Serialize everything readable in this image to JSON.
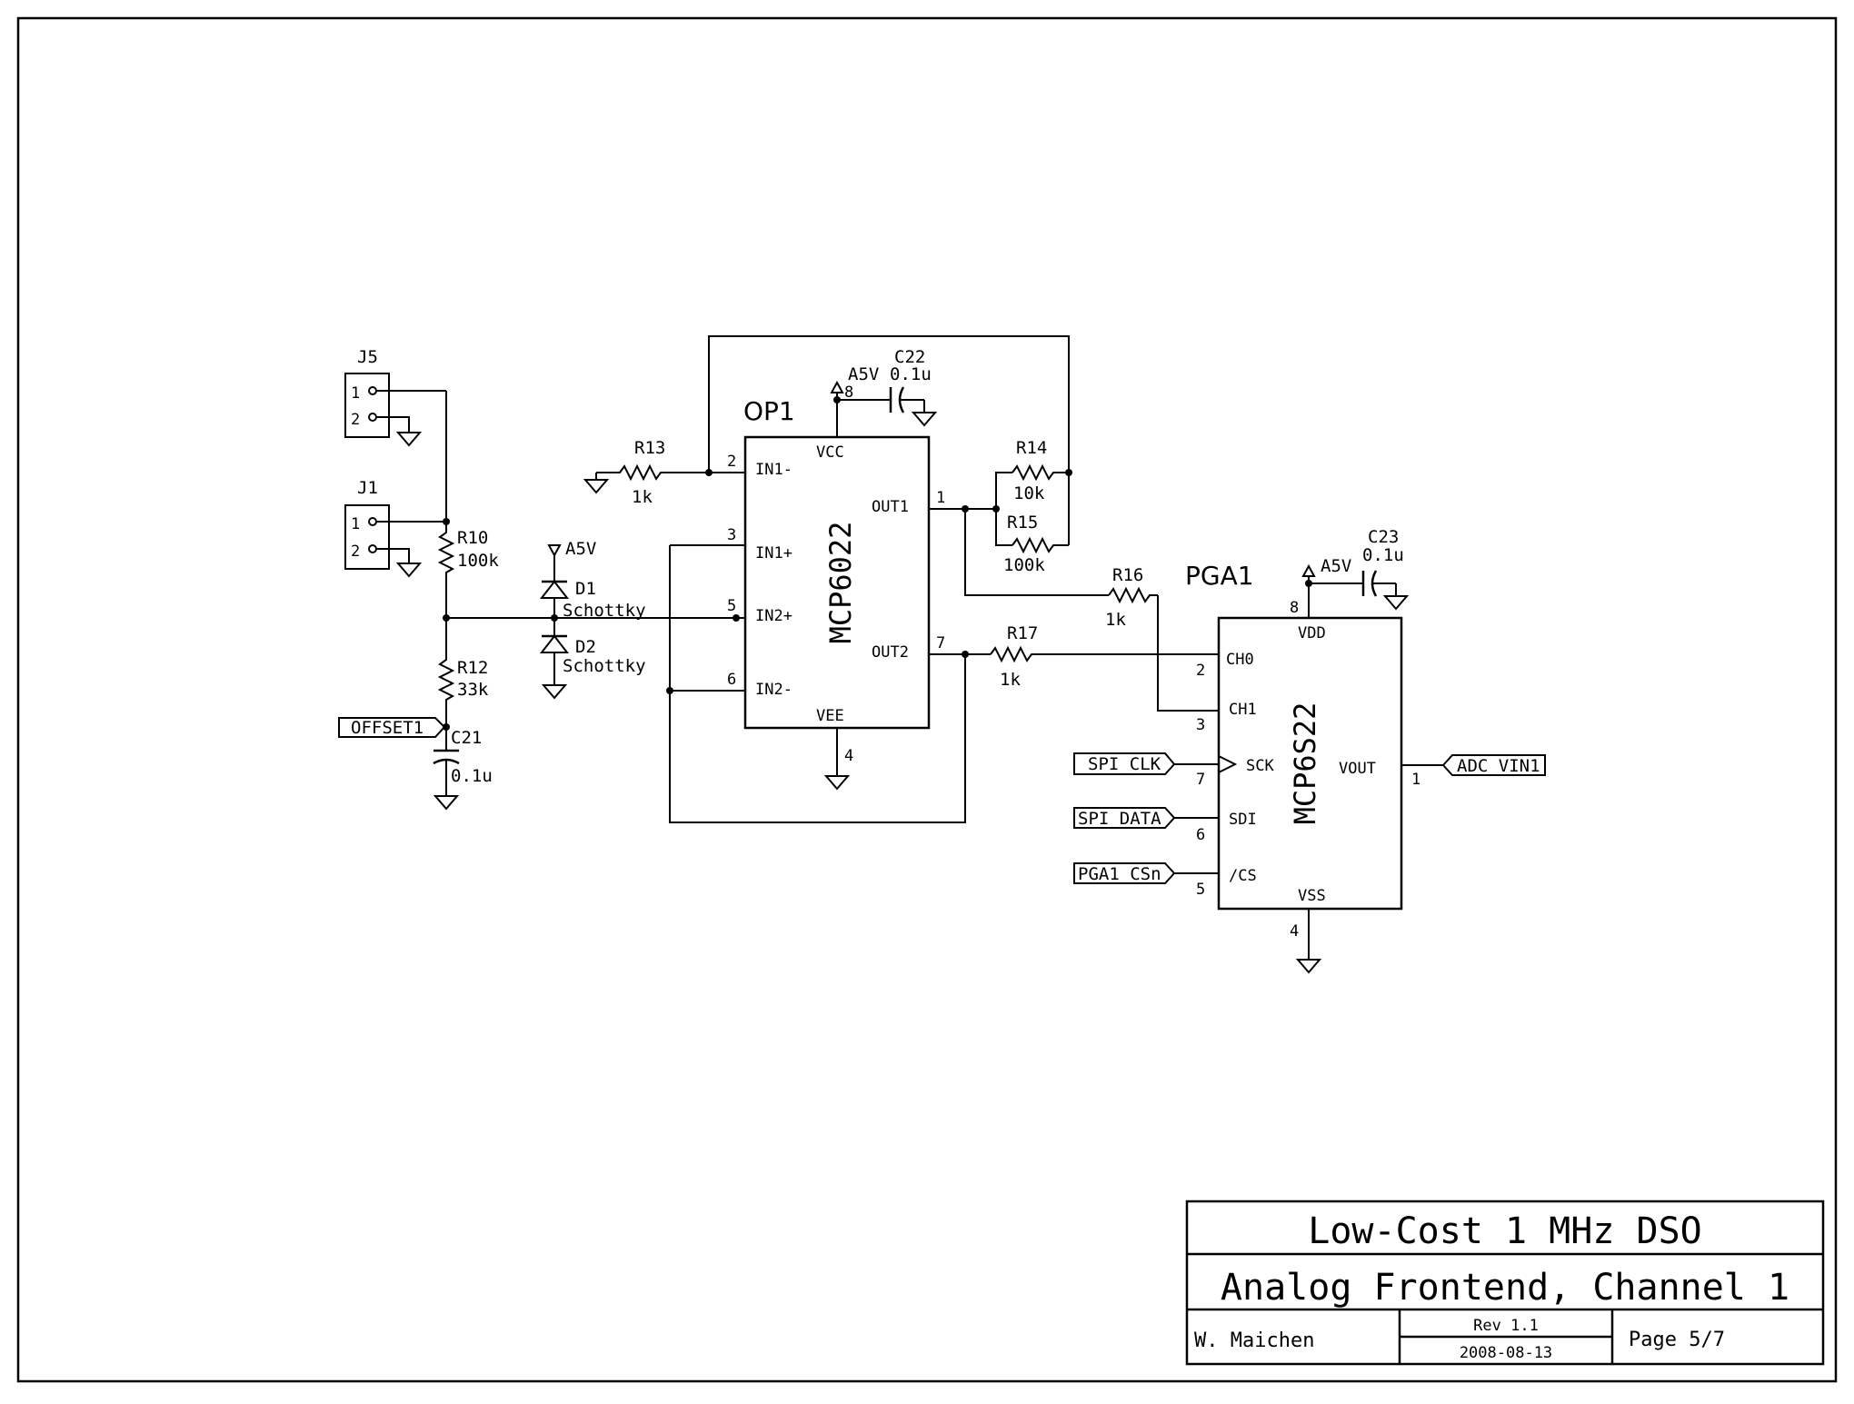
{
  "components": {
    "j5": {
      "ref": "J5",
      "pin1": "1",
      "pin2": "2"
    },
    "j1": {
      "ref": "J1",
      "pin1": "1",
      "pin2": "2"
    },
    "r10": {
      "ref": "R10",
      "value": "100k"
    },
    "r12": {
      "ref": "R12",
      "value": "33k"
    },
    "c21": {
      "ref": "C21",
      "value": "0.1u"
    },
    "d1": {
      "ref": "D1",
      "value": "Schottky"
    },
    "d2": {
      "ref": "D2",
      "value": "Schottky"
    },
    "r13": {
      "ref": "R13",
      "value": "1k"
    },
    "r14": {
      "ref": "R14",
      "value": "10k"
    },
    "r15": {
      "ref": "R15",
      "value": "100k"
    },
    "r16": {
      "ref": "R16",
      "value": "1k"
    },
    "r17": {
      "ref": "R17",
      "value": "1k"
    },
    "c22": {
      "ref": "C22",
      "value": "0.1u"
    },
    "c23": {
      "ref": "C23",
      "value": "0.1u"
    }
  },
  "power": {
    "a5v": "A5V"
  },
  "op1": {
    "ref": "OP1",
    "part": "MCP6022",
    "pins": {
      "in1m": {
        "name": "IN1-",
        "num": "2"
      },
      "in1p": {
        "name": "IN1+",
        "num": "3"
      },
      "in2p": {
        "name": "IN2+",
        "num": "5"
      },
      "in2m": {
        "name": "IN2-",
        "num": "6"
      },
      "out1": {
        "name": "OUT1",
        "num": "1"
      },
      "out2": {
        "name": "OUT2",
        "num": "7"
      },
      "vcc": {
        "name": "VCC",
        "num": "8"
      },
      "vee": {
        "name": "VEE",
        "num": "4"
      }
    }
  },
  "pga1": {
    "ref": "PGA1",
    "part": "MCP6S22",
    "pins": {
      "ch0": {
        "name": "CH0",
        "num": "2"
      },
      "ch1": {
        "name": "CH1",
        "num": "3"
      },
      "sck": {
        "name": "SCK",
        "num": "7"
      },
      "sdi": {
        "name": "SDI",
        "num": "6"
      },
      "cs": {
        "name": "/CS",
        "num": "5"
      },
      "vout": {
        "name": "VOUT",
        "num": "1"
      },
      "vdd": {
        "name": "VDD",
        "num": "8"
      },
      "vss": {
        "name": "VSS",
        "num": "4"
      }
    }
  },
  "net_labels": {
    "offset1": "OFFSET1",
    "spi_clk": "SPI_CLK",
    "spi_data": "SPI_DATA",
    "pga1_csn": "PGA1_CSn",
    "adc_vin1": "ADC_VIN1"
  },
  "title_block": {
    "project": "Low-Cost 1 MHz DSO",
    "sheet_title": "Analog Frontend, Channel 1",
    "author": "W. Maichen",
    "revision": "Rev 1.1",
    "date": "2008-08-13",
    "page": "Page 5/7"
  }
}
